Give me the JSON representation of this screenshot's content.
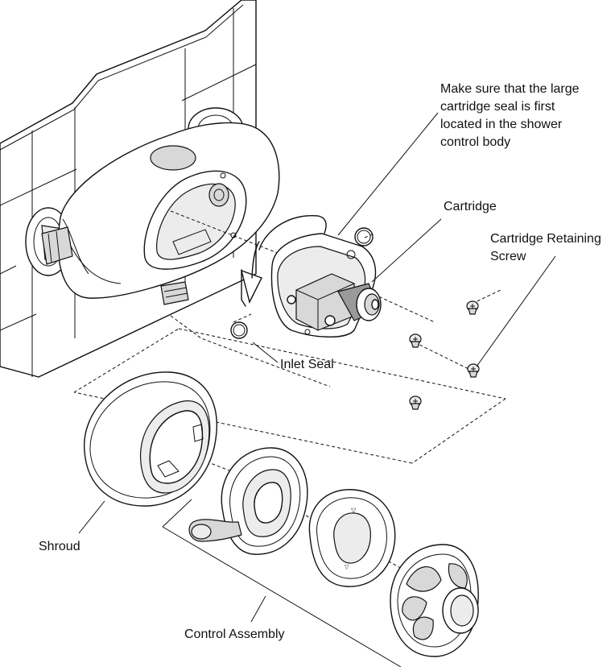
{
  "labels": {
    "note_lines": [
      "Make sure that the large",
      "cartridge seal is first",
      "located in the shower",
      "control body"
    ],
    "cartridge": "Cartridge",
    "retaining_screw_lines": [
      "Cartridge Retaining",
      "Screw"
    ],
    "inlet_seal": "Inlet Seal",
    "shroud": "Shroud",
    "control_assembly": "Control Assembly"
  },
  "colors": {
    "line": "#111111",
    "shade_light": "#ececec",
    "shade": "#d8d8d8",
    "shade_dark": "#9a9a9a"
  }
}
